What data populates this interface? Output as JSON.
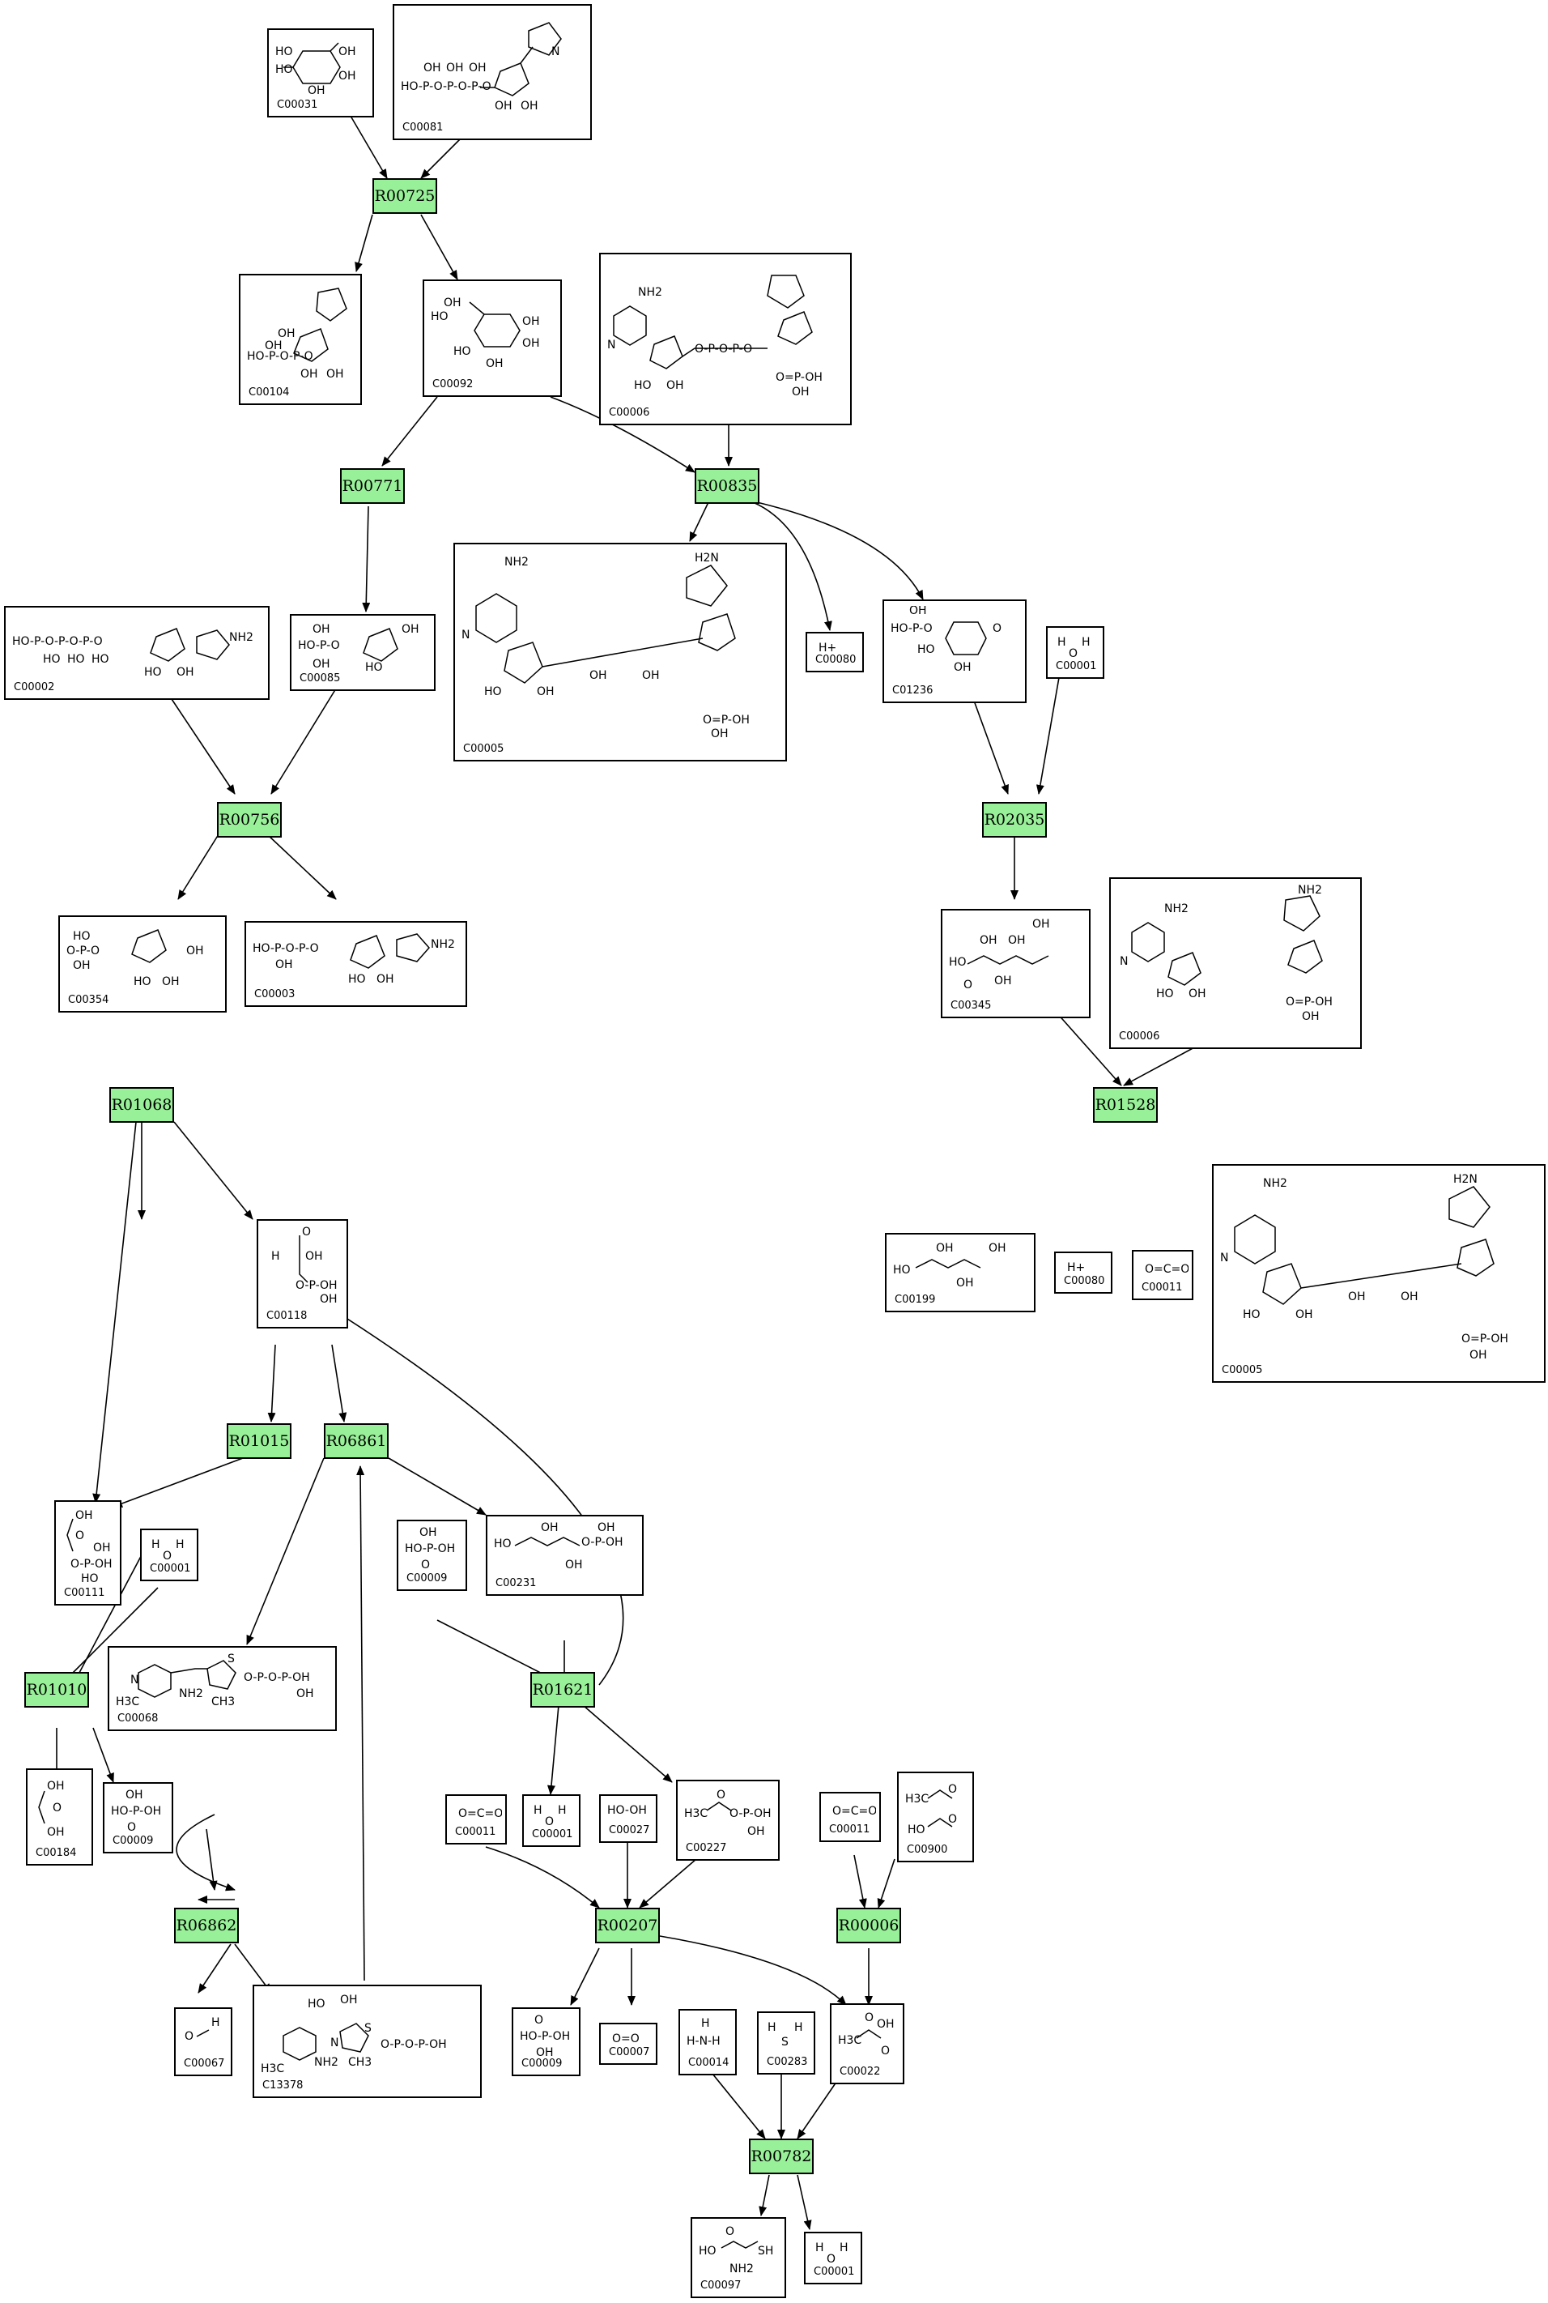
{
  "reactions": {
    "R00725": "R00725",
    "R00835": "R00835",
    "R00771": "R00771",
    "R00756": "R00756",
    "R02035": "R02035",
    "R01068": "R01068",
    "R01528": "R01528",
    "R01015": "R01015",
    "R06861": "R06861",
    "R01010": "R01010",
    "R01621": "R01621",
    "R06862": "R06862",
    "R00207": "R00207",
    "R00006": "R00006",
    "R00782": "R00782"
  },
  "compounds": {
    "c_C00031": {
      "id": "C00031",
      "labels": [
        "HO",
        "OH",
        "HO",
        "OH",
        "OH"
      ]
    },
    "c_C00081": {
      "id": "C00081",
      "labels": [
        "OH",
        "OH",
        "OH",
        "HO-P-O-P-O-P-O",
        "N",
        "OH",
        "OH"
      ]
    },
    "c_C00104": {
      "id": "C00104",
      "labels": [
        "OH",
        "OH",
        "HO-P-O-P-O",
        "OH",
        "OH"
      ]
    },
    "c_C00092": {
      "id": "C00092",
      "labels": [
        "OH",
        "HO",
        "HO",
        "OH",
        "OH",
        "OH"
      ]
    },
    "c_C00006_a": {
      "id": "C00006",
      "labels": [
        "NH2",
        "N",
        "HO",
        "OH",
        "O-P-O-P-O",
        "O=P-OH",
        "OH"
      ]
    },
    "c_C00002": {
      "id": "C00002",
      "labels": [
        "HO-P-O-P-O-P-O",
        "HO",
        "HO",
        "HO",
        "NH2",
        "HO",
        "OH"
      ]
    },
    "c_C00085": {
      "id": "C00085",
      "labels": [
        "OH",
        "HO-P-O",
        "OH",
        "HO",
        "OH"
      ]
    },
    "c_C00005_a": {
      "id": "C00005",
      "labels": [
        "NH2",
        "H2N",
        "N",
        "HO",
        "OH",
        "OH",
        "OH",
        "O=P-OH",
        "OH"
      ]
    },
    "c_C00080_a": {
      "id": "C00080",
      "labels": [
        "H+"
      ]
    },
    "c_C01236": {
      "id": "C01236",
      "labels": [
        "OH",
        "HO-P-O",
        "HO",
        "OH",
        "O"
      ]
    },
    "c_C00001_a": {
      "id": "C00001",
      "labels": [
        "H",
        "O",
        "H"
      ]
    },
    "c_C00354": {
      "id": "C00354",
      "labels": [
        "HO",
        "O-P-O",
        "OH",
        "OH",
        "HO",
        "OH"
      ]
    },
    "c_C00003": {
      "id": "C00003",
      "labels": [
        "HO-P-O-P-O",
        "OH",
        "NH2",
        "HO",
        "OH"
      ]
    },
    "c_C00345": {
      "id": "C00345",
      "labels": [
        "OH",
        "HO",
        "OH",
        "OH",
        "OH",
        "O"
      ]
    },
    "c_C00006_b": {
      "id": "C00006",
      "labels": [
        "NH2",
        "NH2",
        "N",
        "HO",
        "OH",
        "O=P-OH",
        "OH"
      ]
    },
    "c_C00199": {
      "id": "C00199",
      "labels": [
        "HO",
        "OH",
        "OH",
        "OH"
      ]
    },
    "c_C00080_b": {
      "id": "C00080",
      "labels": [
        "H+"
      ]
    },
    "c_C00011_a": {
      "id": "C00011",
      "labels": [
        "O=C=O"
      ]
    },
    "c_C00005_b": {
      "id": "C00005",
      "labels": [
        "NH2",
        "H2N",
        "N",
        "HO",
        "OH",
        "OH",
        "OH",
        "O=P-OH",
        "OH"
      ]
    },
    "c_C00118": {
      "id": "C00118",
      "labels": [
        "O",
        "H",
        "OH",
        "O-P-OH",
        "OH"
      ]
    },
    "c_C00111": {
      "id": "C00111",
      "labels": [
        "OH",
        "O",
        "OH",
        "O-P-OH",
        "HO"
      ]
    },
    "c_C00001_b": {
      "id": "C00001",
      "labels": [
        "H",
        "O",
        "H"
      ]
    },
    "c_C00009_a": {
      "id": "C00009",
      "labels": [
        "OH",
        "HO-P-OH",
        "O"
      ]
    },
    "c_C00231": {
      "id": "C00231",
      "labels": [
        "OH",
        "HO",
        "OH",
        "O-P-OH",
        "OH"
      ]
    },
    "c_C00068": {
      "id": "C00068",
      "labels": [
        "N",
        "S",
        "H3C",
        "NH2",
        "CH3",
        "O-P-O-P-OH",
        "OH"
      ]
    },
    "c_C00184": {
      "id": "C00184",
      "labels": [
        "OH",
        "O",
        "OH"
      ]
    },
    "c_C00009_b": {
      "id": "C00009",
      "labels": [
        "OH",
        "HO-P-OH",
        "O"
      ]
    },
    "c_C00011_b": {
      "id": "C00011",
      "labels": [
        "O=C=O"
      ]
    },
    "c_C00001_c": {
      "id": "C00001",
      "labels": [
        "H",
        "O",
        "H"
      ]
    },
    "c_C00027": {
      "id": "C00027",
      "labels": [
        "HO-OH"
      ]
    },
    "c_C00227": {
      "id": "C00227",
      "labels": [
        "O",
        "H3C",
        "O-P-OH",
        "OH"
      ]
    },
    "c_C00011_c": {
      "id": "C00011",
      "labels": [
        "O=C=O"
      ]
    },
    "c_C00900": {
      "id": "C00900",
      "labels": [
        "H3C",
        "O",
        "HO",
        "O"
      ]
    },
    "c_C00067": {
      "id": "C00067",
      "labels": [
        "O",
        "H"
      ]
    },
    "c_C13378": {
      "id": "C13378",
      "labels": [
        "HO",
        "OH",
        "N",
        "S",
        "H3C",
        "NH2",
        "CH3",
        "O-P-O-P-OH"
      ]
    },
    "c_C00009_c": {
      "id": "C00009",
      "labels": [
        "O",
        "HO-P-OH",
        "OH"
      ]
    },
    "c_C00007": {
      "id": "C00007",
      "labels": [
        "O=O"
      ]
    },
    "c_C00014": {
      "id": "C00014",
      "labels": [
        "H",
        "H-N-H"
      ]
    },
    "c_C00283": {
      "id": "C00283",
      "labels": [
        "H",
        "S",
        "H"
      ]
    },
    "c_C00022": {
      "id": "C00022",
      "labels": [
        "O",
        "H3C",
        "OH",
        "O"
      ]
    },
    "c_C00097": {
      "id": "C00097",
      "labels": [
        "O",
        "HO",
        "SH",
        "NH2"
      ]
    },
    "c_C00001_d": {
      "id": "C00001",
      "labels": [
        "H",
        "O",
        "H"
      ]
    }
  }
}
